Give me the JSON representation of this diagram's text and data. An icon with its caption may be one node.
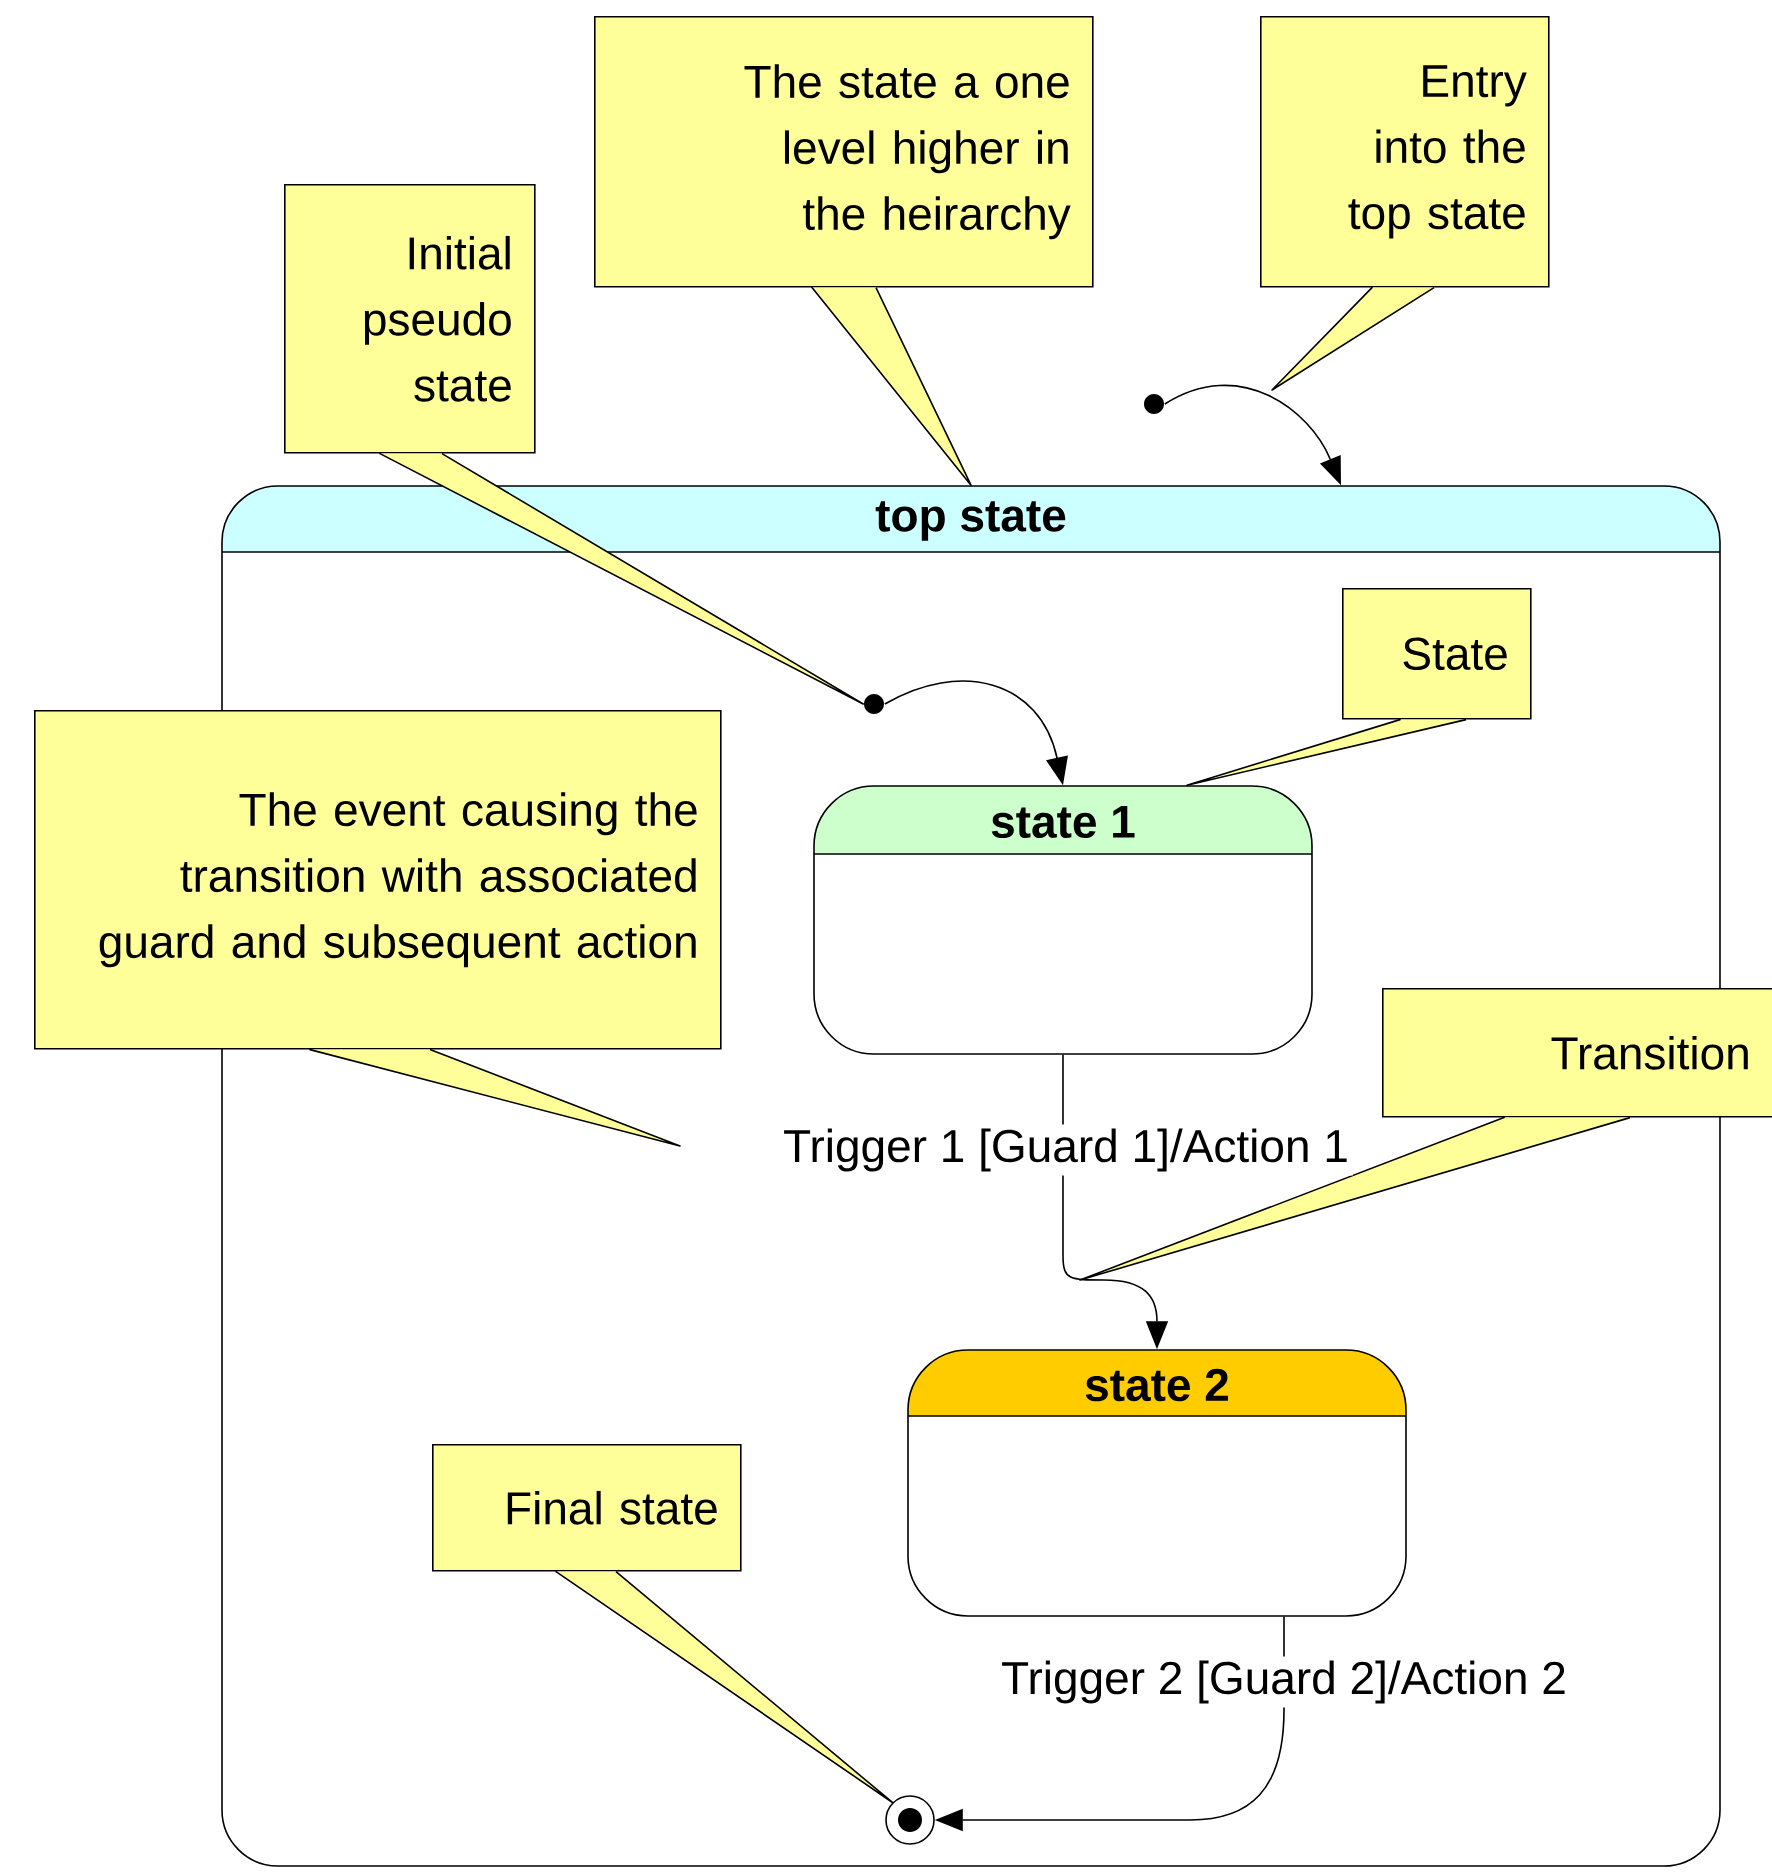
{
  "diagram": {
    "nodes": [
      {
        "text": [
          "top state"
        ]
      },
      {
        "text": [
          "state 1"
        ],
        "in": 0
      },
      {
        "text": [
          "state 2"
        ],
        "in": 0
      },
      {
        "text": [],
        "shape": "circle",
        "in": 0
      },
      {
        "text": [],
        "shape": "circle"
      },
      {
        "text": [],
        "shape": "circle",
        "in": 0
      },
      {
        "text": [
          "Initial pseudo state"
        ]
      },
      {
        "text": [
          "The state a one level higher in the heirarchy"
        ]
      },
      {
        "text": [
          "Entry into the top state"
        ]
      },
      {
        "text": [
          "State"
        ],
        "in": 0
      },
      {
        "text": [
          "The event causing the transition with associated guard and subsequent action"
        ]
      },
      {
        "text": [
          "Transition"
        ]
      },
      {
        "text": [
          "Final state"
        ],
        "in": 0
      }
    ],
    "edges": [
      {
        "from": 4,
        "to": 0,
        "arrow": "to"
      },
      {
        "from": 3,
        "to": 1,
        "arrow": "to"
      },
      {
        "from": 1,
        "to": 2,
        "arrow": "to",
        "label": "Trigger 1 [Guard 1]/Action 1"
      },
      {
        "from": 2,
        "to": 5,
        "arrow": "to",
        "label": "Trigger 2 [Guard 2]/Action 2"
      },
      {
        "from": 6,
        "to": 3,
        "arrow": "none"
      },
      {
        "from": 7,
        "to": 0,
        "arrow": "none"
      },
      {
        "from": 8,
        "to": null,
        "arrow": "none"
      },
      {
        "from": 9,
        "to": 1,
        "arrow": "none"
      },
      {
        "from": 10,
        "to": null,
        "arrow": "none"
      },
      {
        "from": 11,
        "to": null,
        "arrow": "none"
      },
      {
        "from": 12,
        "to": 5,
        "arrow": "none"
      }
    ]
  }
}
